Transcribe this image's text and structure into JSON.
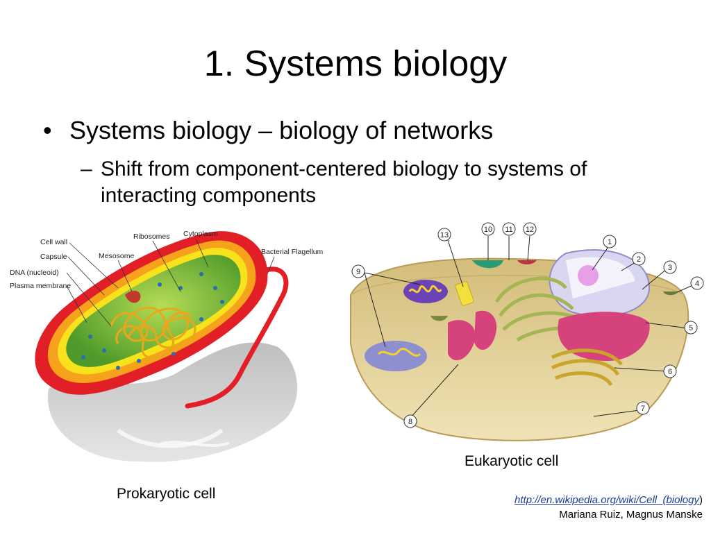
{
  "slide": {
    "title": "1. Systems biology",
    "bullet": "Systems biology – biology of networks",
    "bullet_mark": "•",
    "sub_bullet_mark": "–",
    "sub_bullet": "Shift from component-centered biology to systems of interacting components"
  },
  "prokaryote": {
    "caption": "Prokaryotic cell",
    "labels": {
      "cell_wall": "Cell wall",
      "capsule": "Capsule",
      "dna": "DNA (nucleoid)",
      "plasma_membrane": "Plasma membrane",
      "mesosome": "Mesosome",
      "ribosomes": "Ribosomes",
      "cytoplasm": "Cytoplasm",
      "flagellum": "Bacterial Flagellum"
    }
  },
  "eukaryote": {
    "caption": "Eukaryotic cell",
    "markers": [
      "1",
      "2",
      "3",
      "4",
      "5",
      "6",
      "7",
      "8",
      "9",
      "10",
      "11",
      "12",
      "13"
    ]
  },
  "credit": {
    "link": "http://en.wikipedia.org/wiki/Cell_(biology",
    "link_suffix": ")",
    "authors": "Mariana Ruiz, Magnus Manske"
  }
}
